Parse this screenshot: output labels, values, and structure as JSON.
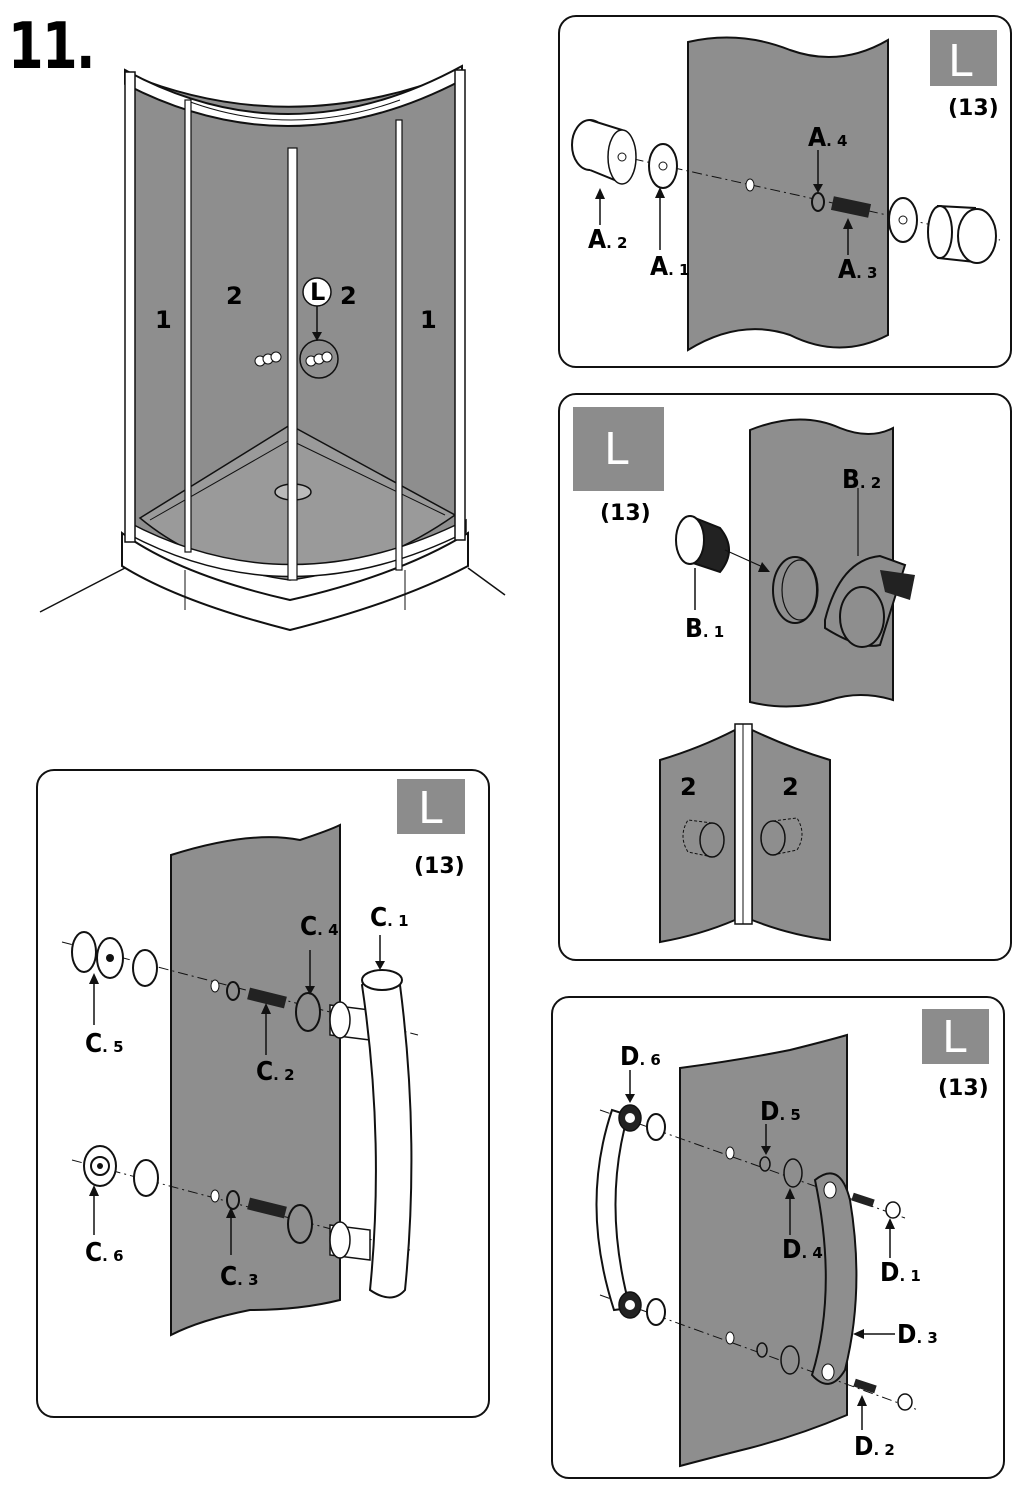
{
  "step_number": "11.",
  "overview": {
    "panel_labels": [
      "1",
      "2",
      "L",
      "2",
      "1"
    ]
  },
  "ref_badge": {
    "letter": "L",
    "ref": "(13)"
  },
  "panel_a": {
    "parts": [
      {
        "id": "A",
        "n": "2"
      },
      {
        "id": "A",
        "n": "1"
      },
      {
        "id": "A",
        "n": "4"
      },
      {
        "id": "A",
        "n": "3"
      }
    ]
  },
  "panel_b": {
    "parts": [
      {
        "id": "B",
        "n": "1"
      },
      {
        "id": "B",
        "n": "2"
      }
    ],
    "door_labels": [
      "2",
      "2"
    ]
  },
  "panel_c": {
    "parts": [
      {
        "id": "C",
        "n": "1"
      },
      {
        "id": "C",
        "n": "2"
      },
      {
        "id": "C",
        "n": "3"
      },
      {
        "id": "C",
        "n": "4"
      },
      {
        "id": "C",
        "n": "5"
      },
      {
        "id": "C",
        "n": "6"
      }
    ]
  },
  "panel_d": {
    "parts": [
      {
        "id": "D",
        "n": "1"
      },
      {
        "id": "D",
        "n": "2"
      },
      {
        "id": "D",
        "n": "3"
      },
      {
        "id": "D",
        "n": "4"
      },
      {
        "id": "D",
        "n": "5"
      },
      {
        "id": "D",
        "n": "6"
      }
    ]
  },
  "colors": {
    "glass": "#8e8e8e",
    "badge": "#8c8c8c",
    "line": "#111111",
    "frame": "#ffffff"
  }
}
